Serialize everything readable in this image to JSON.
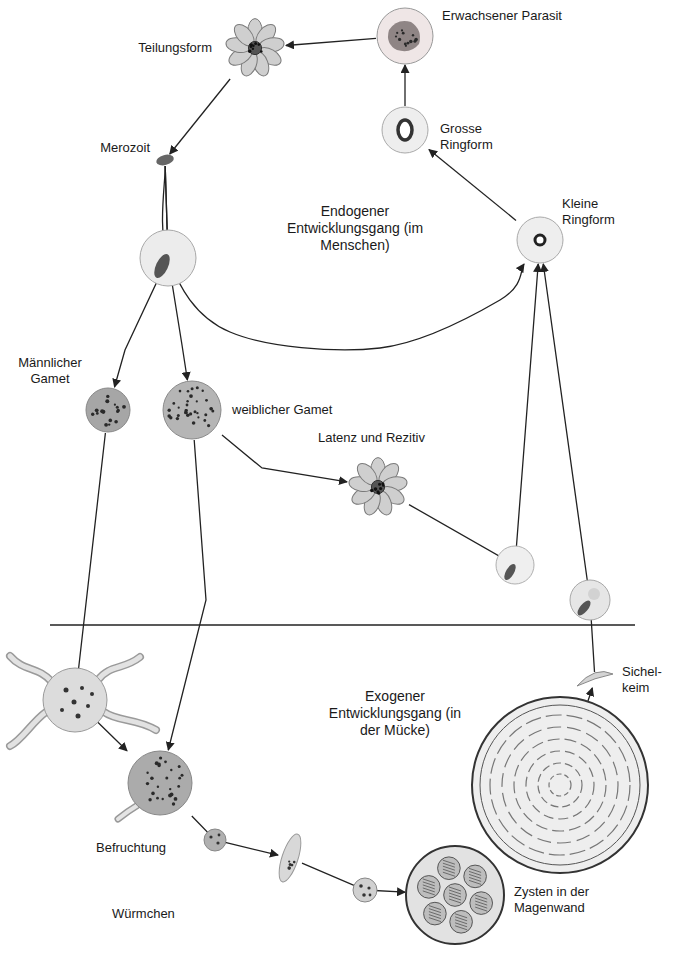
{
  "diagram": {
    "nodes": [
      {
        "text": [
          "Erwachsener Parasit"
        ]
      },
      {
        "text": [
          "Teilungsform"
        ]
      },
      {
        "text": [
          "Grosse Ringform"
        ]
      },
      {
        "text": [
          "Merozoit"
        ]
      },
      {
        "text": [
          "Kleine Ringform"
        ]
      },
      {
        "text": [
          "Männlicher Gamet"
        ]
      },
      {
        "text": [
          "weiblicher Gamet"
        ]
      },
      {
        "text": [
          "Latenz und Rezitiv"
        ]
      },
      {
        "text": [
          "Sichel- keim"
        ]
      },
      {
        "text": [
          "Befruchtung"
        ]
      },
      {
        "text": [
          "Würmchen"
        ]
      },
      {
        "text": [
          "Zysten in der Magenwand"
        ]
      }
    ],
    "edges": [
      {
        "from": 4,
        "to": 2,
        "arrow": "to"
      },
      {
        "from": 2,
        "to": 0,
        "arrow": "to"
      },
      {
        "from": 0,
        "to": 1,
        "arrow": "to"
      },
      {
        "from": 1,
        "to": 3,
        "arrow": "to"
      },
      {
        "from": 3,
        "to": 4,
        "arrow": "to"
      },
      {
        "from": 3,
        "to": 5,
        "arrow": "to"
      },
      {
        "from": 3,
        "to": 6,
        "arrow": "to"
      },
      {
        "from": 6,
        "to": 7,
        "arrow": "to"
      },
      {
        "from": 7,
        "to": 4,
        "arrow": "to"
      },
      {
        "from": 5,
        "to": 9,
        "arrow": "to"
      },
      {
        "from": 6,
        "to": 9,
        "arrow": "to"
      },
      {
        "from": 9,
        "to": 10,
        "arrow": "to"
      },
      {
        "from": 10,
        "to": 11,
        "arrow": "to"
      },
      {
        "from": 11,
        "to": 8,
        "arrow": "to"
      },
      {
        "from": 8,
        "to": 4,
        "arrow": "to"
      }
    ],
    "labels": [
      "Endogener Entwicklungsgang (im Menschen)",
      "Exogener Entwicklungsgang (in der Mücke)"
    ]
  }
}
